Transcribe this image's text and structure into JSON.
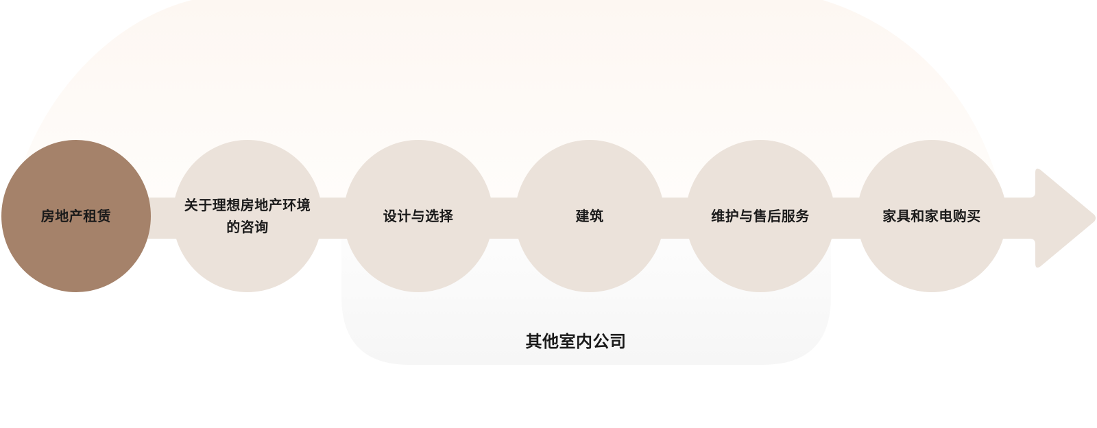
{
  "diagram": {
    "nodes": [
      {
        "label": "房地产租赁",
        "emphasis": "primary"
      },
      {
        "label": "关于理想房地产环境的咨询",
        "emphasis": "step"
      },
      {
        "label": "设计与选择",
        "emphasis": "step"
      },
      {
        "label": "建筑",
        "emphasis": "step"
      },
      {
        "label": "维护与售后服务",
        "emphasis": "step"
      },
      {
        "label": "家具和家电购买",
        "emphasis": "step"
      }
    ],
    "bottom_group_label": "其他室内公司"
  },
  "colors": {
    "primary_node": "#a5826a",
    "step_node": "#ebe2da",
    "arrow": "#ebe2da",
    "top_arc_fill": "#fdf7f2",
    "bottom_box_fill": "#f7f7f7",
    "text": "#1a1a1a"
  }
}
